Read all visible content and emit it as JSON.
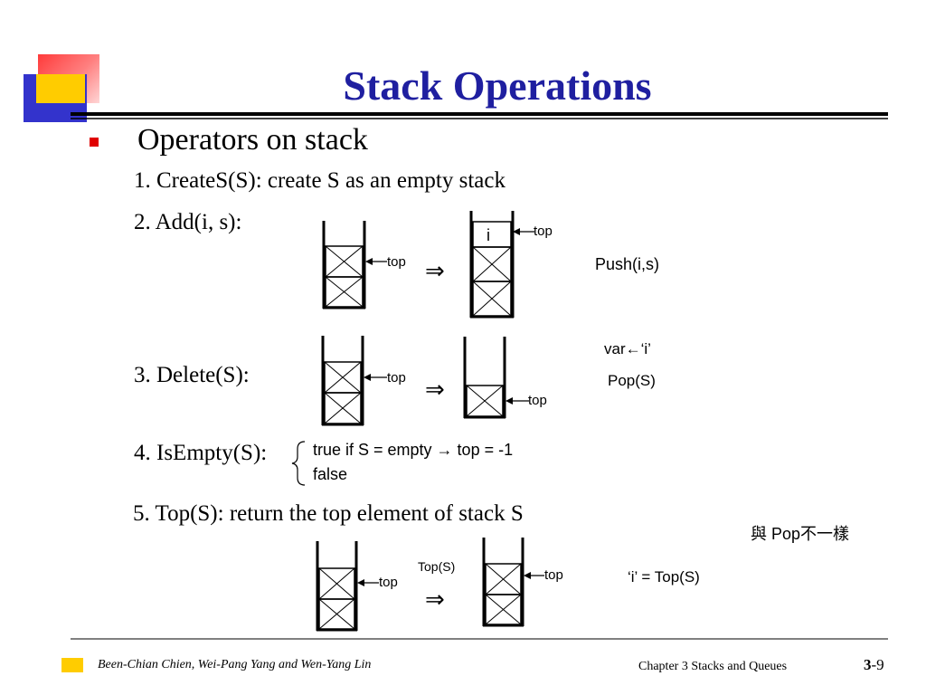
{
  "slide": {
    "title": "Stack Operations",
    "bullet": "Operators on stack",
    "ops": {
      "create": "1. CreateS(S): create S as an empty stack",
      "add": "2. Add(i, s):",
      "delete": "3. Delete(S):",
      "isempty": "4. IsEmpty(S):",
      "top": "5. Top(S): return the top element of stack S"
    },
    "labels": {
      "top": "top",
      "element_i": "i",
      "push": "Push(i,s)",
      "var_assign": "var←‘i’",
      "pop": "Pop(S)",
      "isempty_true": "true if S = empty → top = -1",
      "isempty_false": "false",
      "top_s": "Top(S)",
      "not_same_as_pop": "與 Pop不一樣",
      "i_equals_top": "‘i’ = Top(S)"
    },
    "footer": {
      "authors": "Been-Chian Chien, Wei-Pang Yang and Wen-Yang Lin",
      "chapter": "Chapter 3  Stacks and Queues",
      "page_bold": "3",
      "page_rest": "-9"
    }
  },
  "colors": {
    "title": "#1f1fa0",
    "bullet": "#e00000",
    "logo_red": "#ff5050",
    "logo_yellow": "#ffcc00",
    "logo_blue": "#3333cc"
  }
}
